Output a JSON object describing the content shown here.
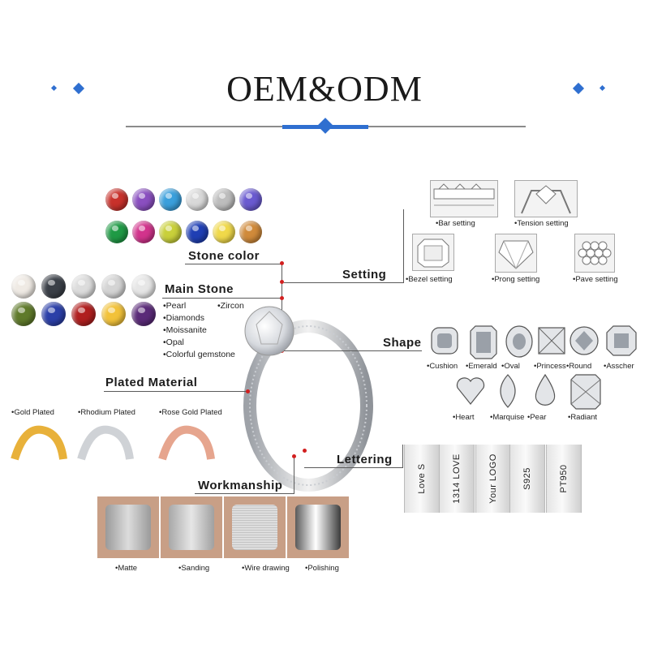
{
  "title": "OEM&ODM",
  "colors": {
    "accent": "#2f6fd0",
    "callout_dot": "#d21f1f"
  },
  "stone_colors": [
    "#c8312b",
    "#8a4fc0",
    "#3a9fdc",
    "#d9d9d9",
    "#bdbdbd",
    "#6a5ad0",
    "#1f9a45",
    "#d2338c",
    "#c9d03a",
    "#1f3fb4",
    "#f0d94a",
    "#d08a3a"
  ],
  "labels": {
    "stone_color": "Stone color",
    "setting": "Setting",
    "main_stone": "Main Stone",
    "shape": "Shape",
    "plated_material": "Plated Material",
    "lettering": "Lettering",
    "workmanship": "Workmanship"
  },
  "main_stone": {
    "swatches": [
      "#efeae4",
      "#3a3f47",
      "#dcdcdc",
      "#d4d4d4",
      "#e6e6e6",
      "#5f7a2a",
      "#2b3fa8",
      "#b01f1f",
      "#f2c23a",
      "#5a2a78"
    ],
    "options_col1": [
      "•Pearl",
      "•Diamonds",
      "•Moissanite",
      "•Opal",
      "•Colorful gemstone"
    ],
    "options_col2": [
      "•Zircon"
    ]
  },
  "settings": [
    "•Bar setting",
    "•Tension setting",
    "•Bezel setting",
    "•Prong setting",
    "•Pave setting"
  ],
  "shapes_row1": [
    "•Cushion",
    "•Emerald",
    "•Oval",
    "•Princess",
    "•Round",
    "•Asscher"
  ],
  "shapes_row2": [
    "•Heart",
    "•Marquise",
    "•Pear",
    "•Radiant"
  ],
  "plating": [
    {
      "label": "•Gold Plated",
      "color": "#e8b13a"
    },
    {
      "label": "•Rhodium Plated",
      "color": "#cfd2d6"
    },
    {
      "label": "•Rose Gold Plated",
      "color": "#e6a58e"
    }
  ],
  "lettering_samples": [
    "Love S",
    "1314 LOVE",
    "Your LOGO",
    "S925",
    "PT950"
  ],
  "workmanship": [
    "•Matte",
    "•Sanding",
    "•Wire drawing",
    "•Polishing"
  ]
}
